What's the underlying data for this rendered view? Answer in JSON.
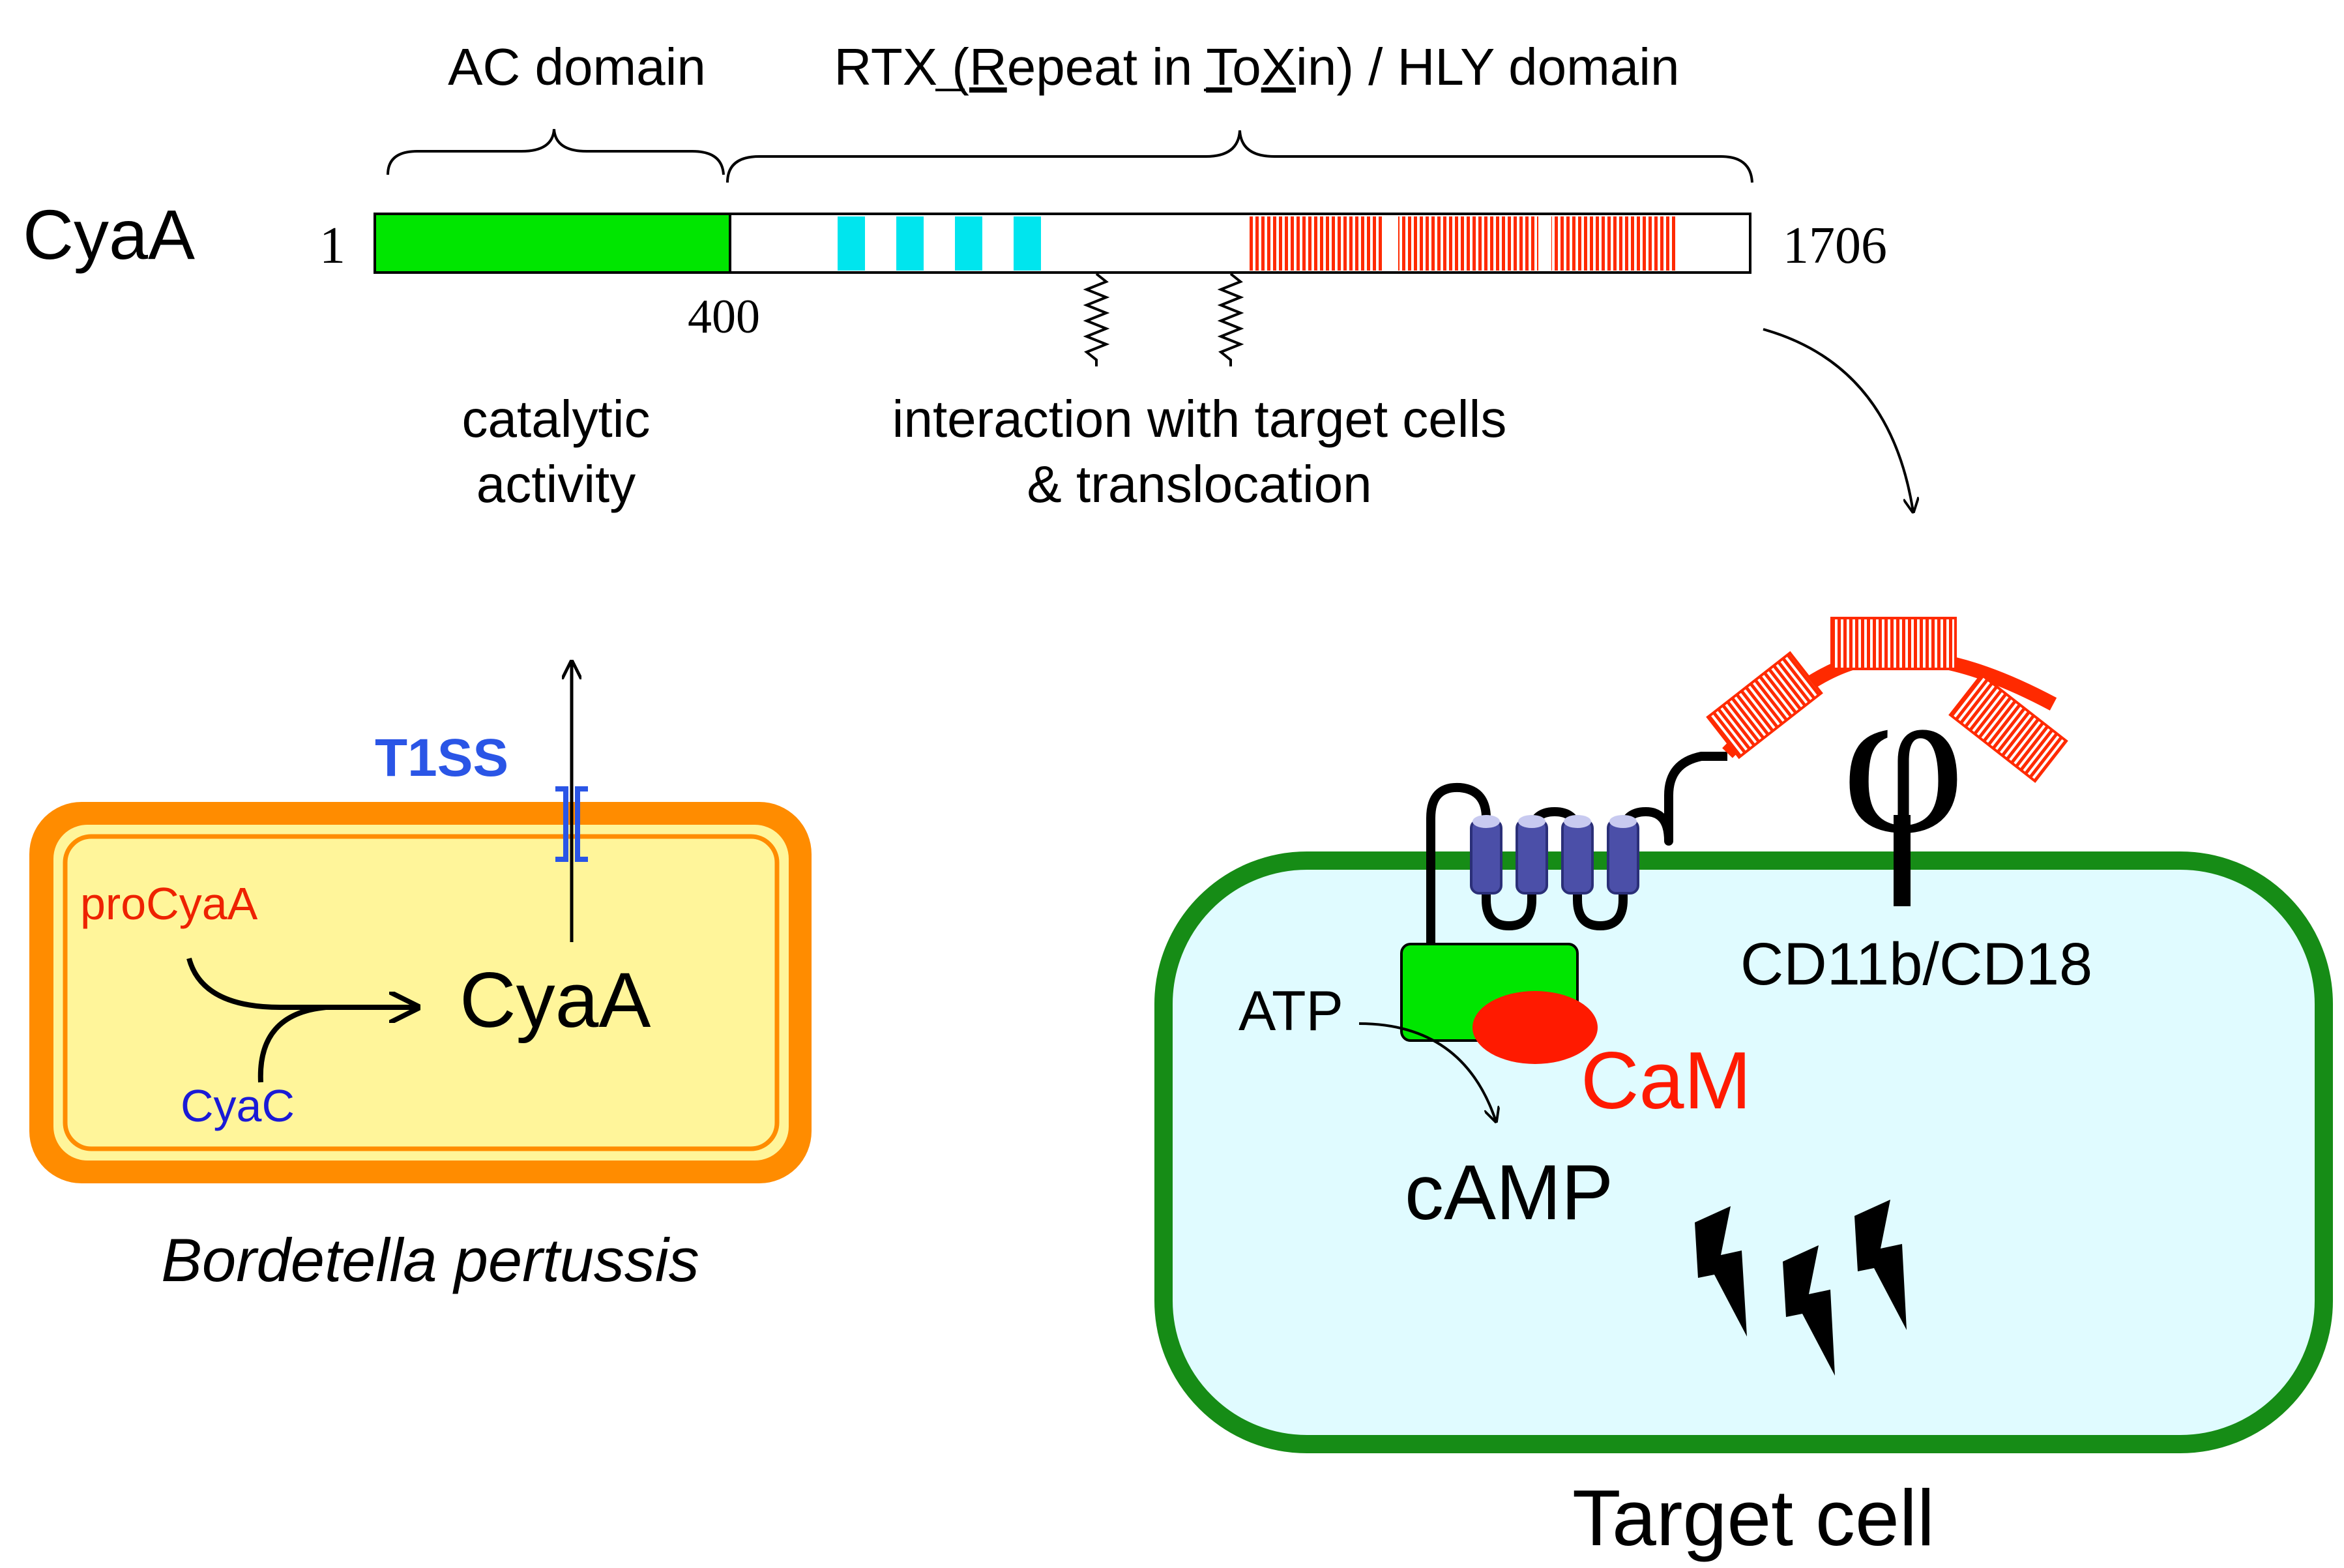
{
  "protein": {
    "name": "CyaA",
    "start": "1",
    "end": "1706",
    "boundary": "400",
    "ac_domain_label": "AC domain",
    "rtx_prefix": "RTX (",
    "rtx_R": "R",
    "rtx_mid1": "epeat in ",
    "rtx_T": "T",
    "rtx_o": "o",
    "rtx_X": "X",
    "rtx_suffix": "in) / HLY domain",
    "catalytic_line1": "catalytic",
    "catalytic_line2": "activity",
    "interaction_line1": "interaction with target cells",
    "interaction_line2": "& translocation"
  },
  "bacterium": {
    "species": "Bordetella pertussis",
    "secretion_system": "T1SS",
    "precursor": "proCyaA",
    "acyltransferase": "CyaC",
    "mature": "CyaA"
  },
  "target_cell": {
    "label": "Target cell",
    "receptor": "CD11b/CD18",
    "receptor_symbol": "φ",
    "substrate": "ATP",
    "product": "cAMP",
    "calmodulin": "CaM"
  },
  "colors": {
    "ac_domain": "#00e600",
    "hydrophobic_segments": "#00e5ee",
    "rtx_repeats": "#ff2a00",
    "bacterium_outer": "#ff8c00",
    "bacterium_inner": "#fff59a",
    "t1ss": "#2a55e6",
    "procyaa_text": "#ee2200",
    "cyac_text": "#1a1ad6",
    "cell_membrane": "#168c16",
    "cell_cytoplasm": "#e0fbff",
    "helices": "#4b4fa8",
    "cam": "#ff1a00"
  }
}
